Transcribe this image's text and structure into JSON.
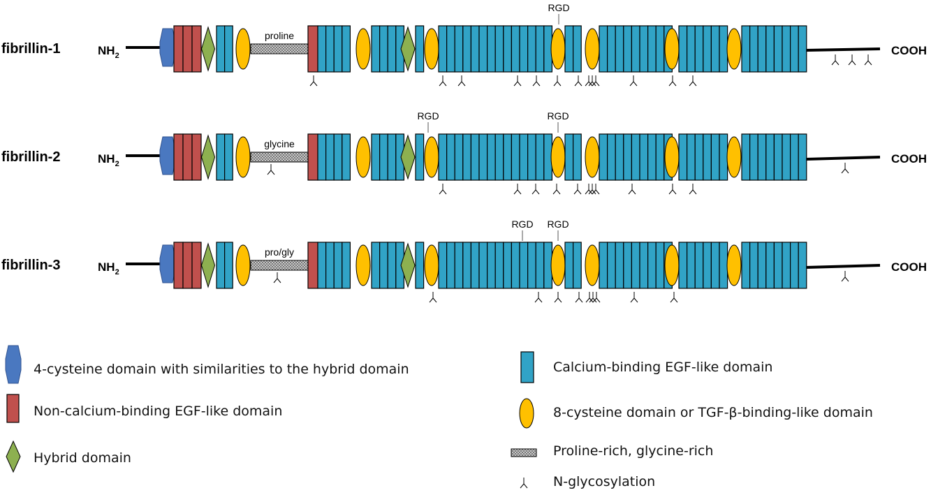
{
  "colors": {
    "four_cysteine": "#4a78c0",
    "non_ca_egf": "#c0504d",
    "hybrid": "#8db050",
    "ca_egf": "#31a3c6",
    "tb": "#ffc000",
    "rich": "#a0a0a0",
    "line": "#000000"
  },
  "proteins": [
    {
      "name": "fibrillin-1",
      "n_term": "NH",
      "n_term_sub": "2",
      "c_term": "COOH",
      "region_label": "proline",
      "rgd_labels": [
        "RGD"
      ]
    },
    {
      "name": "fibrillin-2",
      "n_term": "NH",
      "n_term_sub": "2",
      "c_term": "COOH",
      "region_label": "glycine",
      "rgd_labels": [
        "RGD",
        "RGD"
      ]
    },
    {
      "name": "fibrillin-3",
      "n_term": "NH",
      "n_term_sub": "2",
      "c_term": "COOH",
      "region_label": "pro/gly",
      "rgd_labels": [
        "RGD",
        "RGD"
      ]
    }
  ],
  "legend": [
    {
      "icon": "four-cysteine-hexagon-icon",
      "text": "4-cysteine domain with similarities to the hybrid domain"
    },
    {
      "icon": "non-calcium-egf-rect-icon",
      "text": "Non-calcium-binding EGF-like domain"
    },
    {
      "icon": "hybrid-diamond-icon",
      "text": "Hybrid domain"
    },
    {
      "icon": "calcium-egf-rect-icon",
      "text": "Calcium-binding EGF-like domain"
    },
    {
      "icon": "eight-cysteine-ellipse-icon",
      "text": "8-cysteine domain or TGF-β-binding-like domain"
    },
    {
      "icon": "rich-region-bar-icon",
      "text": "Proline-rich, glycine-rich"
    },
    {
      "icon": "n-glycosylation-icon",
      "text": "N-glycosylation"
    }
  ]
}
